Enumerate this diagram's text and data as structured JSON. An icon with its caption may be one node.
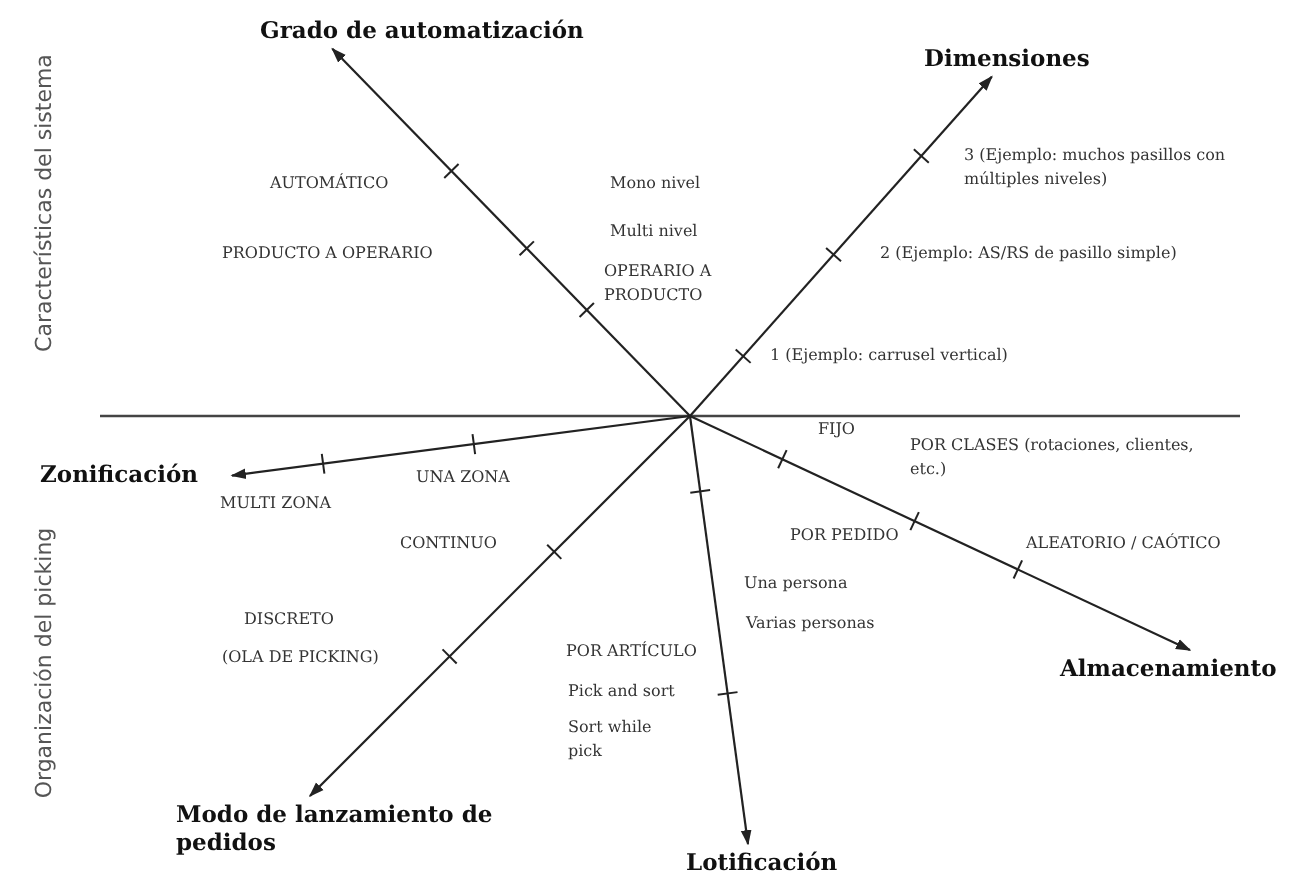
{
  "diagram": {
    "nodes": [
      {
        "text": [
          "Grado de automatización"
        ]
      },
      {
        "text": [
          "Dimensiones"
        ]
      },
      {
        "text": [
          "Zonificación"
        ]
      },
      {
        "text": [
          "Almacenamiento"
        ]
      },
      {
        "text": [
          "Modo de lanzamiento de pedidos"
        ]
      },
      {
        "text": [
          "Lotificación"
        ]
      }
    ],
    "edges": [
      {
        "from": null,
        "to": 0,
        "arrow": "to"
      },
      {
        "from": null,
        "to": 1,
        "arrow": "to"
      },
      {
        "from": null,
        "to": 2,
        "arrow": "to"
      },
      {
        "from": null,
        "to": 3,
        "arrow": "to"
      },
      {
        "from": null,
        "to": 4,
        "arrow": "to"
      },
      {
        "from": null,
        "to": 5,
        "arrow": "to"
      }
    ],
    "labels": [
      "Características del sistema",
      "AUTOMÁTICO",
      "Mono nivel",
      "3 (Ejemplo: muchos pasillos con múltiples niveles)",
      "PRODUCTO A OPERARIO",
      "Multi nivel",
      "OPERARIO A PRODUCTO",
      "2 (Ejemplo: AS/RS de pasillo simple)",
      "1 (Ejemplo: carrusel vertical)",
      "Organización del picking",
      "FIJO",
      "POR CLASES (rotaciones, clientes, etc.)",
      "UNA ZONA",
      "MULTI ZONA",
      "CONTINUO",
      "POR PEDIDO",
      "ALEATORIO / CAÓTICO",
      "Una persona",
      "Varias personas",
      "DISCRETO",
      "(OLA DE PICKING)",
      "POR ARTÍCULO",
      "Pick and sort",
      "Sort while pick"
    ]
  }
}
